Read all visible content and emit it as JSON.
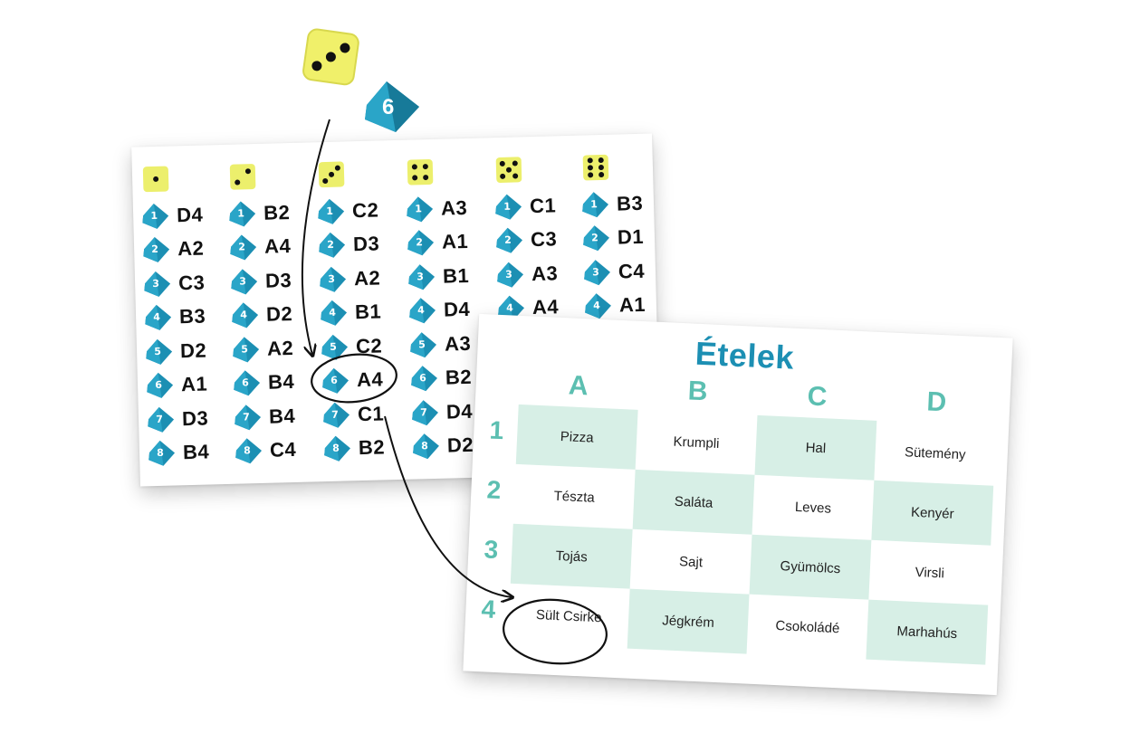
{
  "dice": {
    "six_sided": {
      "face": 3,
      "color": "#f0f06a"
    },
    "eight_sided": {
      "face": "6",
      "color": "#1c8fb3"
    }
  },
  "lookup_table": {
    "columns": [
      {
        "pips": 1,
        "entries": [
          {
            "d8": "1",
            "code": "D4"
          },
          {
            "d8": "2",
            "code": "A2"
          },
          {
            "d8": "3",
            "code": "C3"
          },
          {
            "d8": "4",
            "code": "B3"
          },
          {
            "d8": "5",
            "code": "D2"
          },
          {
            "d8": "6",
            "code": "A1"
          },
          {
            "d8": "7",
            "code": "D3"
          },
          {
            "d8": "8",
            "code": "B4"
          }
        ]
      },
      {
        "pips": 2,
        "entries": [
          {
            "d8": "1",
            "code": "B2"
          },
          {
            "d8": "2",
            "code": "A4"
          },
          {
            "d8": "3",
            "code": "D3"
          },
          {
            "d8": "4",
            "code": "D2"
          },
          {
            "d8": "5",
            "code": "A2"
          },
          {
            "d8": "6",
            "code": "B4"
          },
          {
            "d8": "7",
            "code": "B4"
          },
          {
            "d8": "8",
            "code": "C4"
          }
        ]
      },
      {
        "pips": 3,
        "entries": [
          {
            "d8": "1",
            "code": "C2"
          },
          {
            "d8": "2",
            "code": "D3"
          },
          {
            "d8": "3",
            "code": "A2"
          },
          {
            "d8": "4",
            "code": "B1"
          },
          {
            "d8": "5",
            "code": "C2"
          },
          {
            "d8": "6",
            "code": "A4"
          },
          {
            "d8": "7",
            "code": "C1"
          },
          {
            "d8": "8",
            "code": "B2"
          }
        ]
      },
      {
        "pips": 4,
        "entries": [
          {
            "d8": "1",
            "code": "A3"
          },
          {
            "d8": "2",
            "code": "A1"
          },
          {
            "d8": "3",
            "code": "B1"
          },
          {
            "d8": "4",
            "code": "D4"
          },
          {
            "d8": "5",
            "code": "A3"
          },
          {
            "d8": "6",
            "code": "B2"
          },
          {
            "d8": "7",
            "code": "D4"
          },
          {
            "d8": "8",
            "code": "D2"
          }
        ]
      },
      {
        "pips": 5,
        "entries": [
          {
            "d8": "1",
            "code": "C1"
          },
          {
            "d8": "2",
            "code": "C3"
          },
          {
            "d8": "3",
            "code": "A3"
          },
          {
            "d8": "4",
            "code": "A4"
          }
        ]
      },
      {
        "pips": 6,
        "entries": [
          {
            "d8": "1",
            "code": "B3"
          },
          {
            "d8": "2",
            "code": "D1"
          },
          {
            "d8": "3",
            "code": "C4"
          },
          {
            "d8": "4",
            "code": "A1"
          }
        ]
      }
    ],
    "highlighted": {
      "column": 3,
      "d8": "6",
      "code": "A4"
    }
  },
  "food_card": {
    "title": "Ételek",
    "column_headers": [
      "A",
      "B",
      "C",
      "D"
    ],
    "row_headers": [
      "1",
      "2",
      "3",
      "4"
    ],
    "cells": [
      [
        "Pizza",
        "Krumpli",
        "Hal",
        "Sütemény"
      ],
      [
        "Tészta",
        "Saláta",
        "Leves",
        "Kenyér"
      ],
      [
        "Tojás",
        "Sajt",
        "Gyümölcs",
        "Virsli"
      ],
      [
        "Sült Csirke",
        "Jégkrém",
        "Csokoládé",
        "Marhahús"
      ]
    ],
    "highlighted_cell": "A4",
    "colors": {
      "title": "#1c8fb3",
      "headers": "#5cbfb1",
      "shade": "#d7efe6"
    }
  }
}
